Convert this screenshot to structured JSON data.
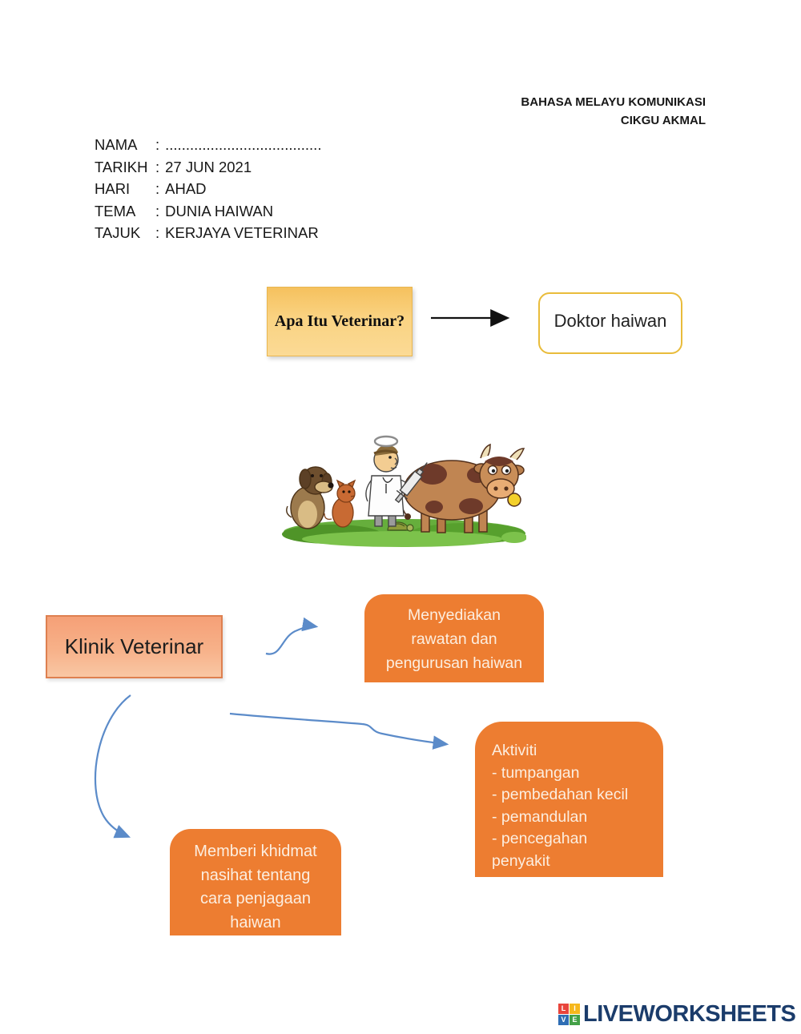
{
  "header": {
    "line1": "BAHASA MELAYU KOMUNIKASI",
    "line2": "CIKGU AKMAL"
  },
  "form": {
    "nama_label": "NAMA",
    "nama_value": "......................................",
    "tarikh_label": "TARIKH",
    "tarikh_value": "27 JUN 2021",
    "hari_label": "HARI",
    "hari_value": "AHAD",
    "tema_label": "TEMA",
    "tema_value": "DUNIA HAIWAN",
    "tajuk_label": "TAJUK",
    "tajuk_value": "KERJAYA VETERINAR"
  },
  "qa": {
    "question": "Apa Itu Veterinar?",
    "answer": "Doktor haiwan"
  },
  "illustration": {
    "name": "veterinarian-with-dog-cat-turtle-and-cow-cartoon"
  },
  "mindmap": {
    "root": "Klinik Veterinar",
    "care": {
      "line1": "Menyediakan",
      "line2": "rawatan dan",
      "line3": "pengurusan haiwan"
    },
    "activities": {
      "title": "Aktiviti",
      "items": [
        "- tumpangan",
        "- pembedahan kecil",
        "- pemandulan",
        "- pencegahan",
        "penyakit"
      ]
    },
    "advice": {
      "line1": "Memberi khidmat",
      "line2": "nasihat tentang",
      "line3": "cara penjagaan",
      "line4": "haiwan"
    }
  },
  "footer": {
    "logo_word": "LIVEWORKSHEETS",
    "tiles": [
      "L",
      "I",
      "V",
      "E"
    ]
  },
  "colors": {
    "node_orange": "#ED7D31",
    "root_salmon": "#F5A077",
    "question_gold": "#FAD382",
    "answer_border_gold": "#E9BC3B",
    "arrow_blue": "#5B8BC9",
    "logo_navy": "#1B3C6B"
  }
}
